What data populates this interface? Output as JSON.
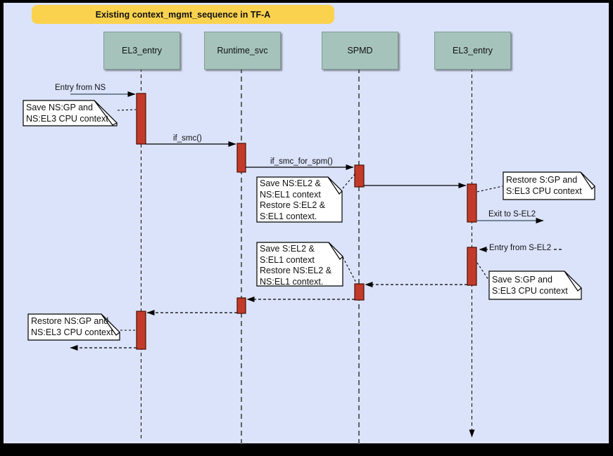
{
  "title": {
    "label": "Existing context_mgmt_sequence in TF-A"
  },
  "lifelines": [
    {
      "label": "EL3_entry"
    },
    {
      "label": "Runtime_svc"
    },
    {
      "label": "SPMD"
    },
    {
      "label": "EL3_entry"
    }
  ],
  "messages": {
    "entry_from_ns": "Entry from NS",
    "if_smc": "if_smc()",
    "if_smc_for_spm": "if_smc_for_spm()",
    "exit_to_s_el2": "Exit to S-EL2",
    "entry_from_s_el2": "Entry from S-EL2"
  },
  "notes": {
    "save_ns_gp": "Save NS:GP and\nNS:EL3 CPU context",
    "save_ns_el2": "Save NS:EL2 &\nNS:EL1 context\nRestore S:EL2 &\nS:EL1 context.",
    "restore_s_gp": "Restore S:GP and\nS:EL3 CPU context",
    "save_s_gp": "Save S:GP and\nS:EL3 CPU context",
    "save_s_el2": "Save S:EL2 &\nS:EL1 context\nRestore NS:EL2 &\nNS:EL1 context.",
    "restore_ns_gp": "Restore NS:GP and\nNS:EL3 CPU context"
  },
  "colors": {
    "canvas_bg": "#dbe3fa",
    "banner_bg": "#fbd24e",
    "lifeline_box_bg": "#a5c3bb",
    "activation_fill": "#c23b2a",
    "note_bg": "#ffffff",
    "gray_arrow": "#66788a",
    "frame_border": "#000000"
  }
}
